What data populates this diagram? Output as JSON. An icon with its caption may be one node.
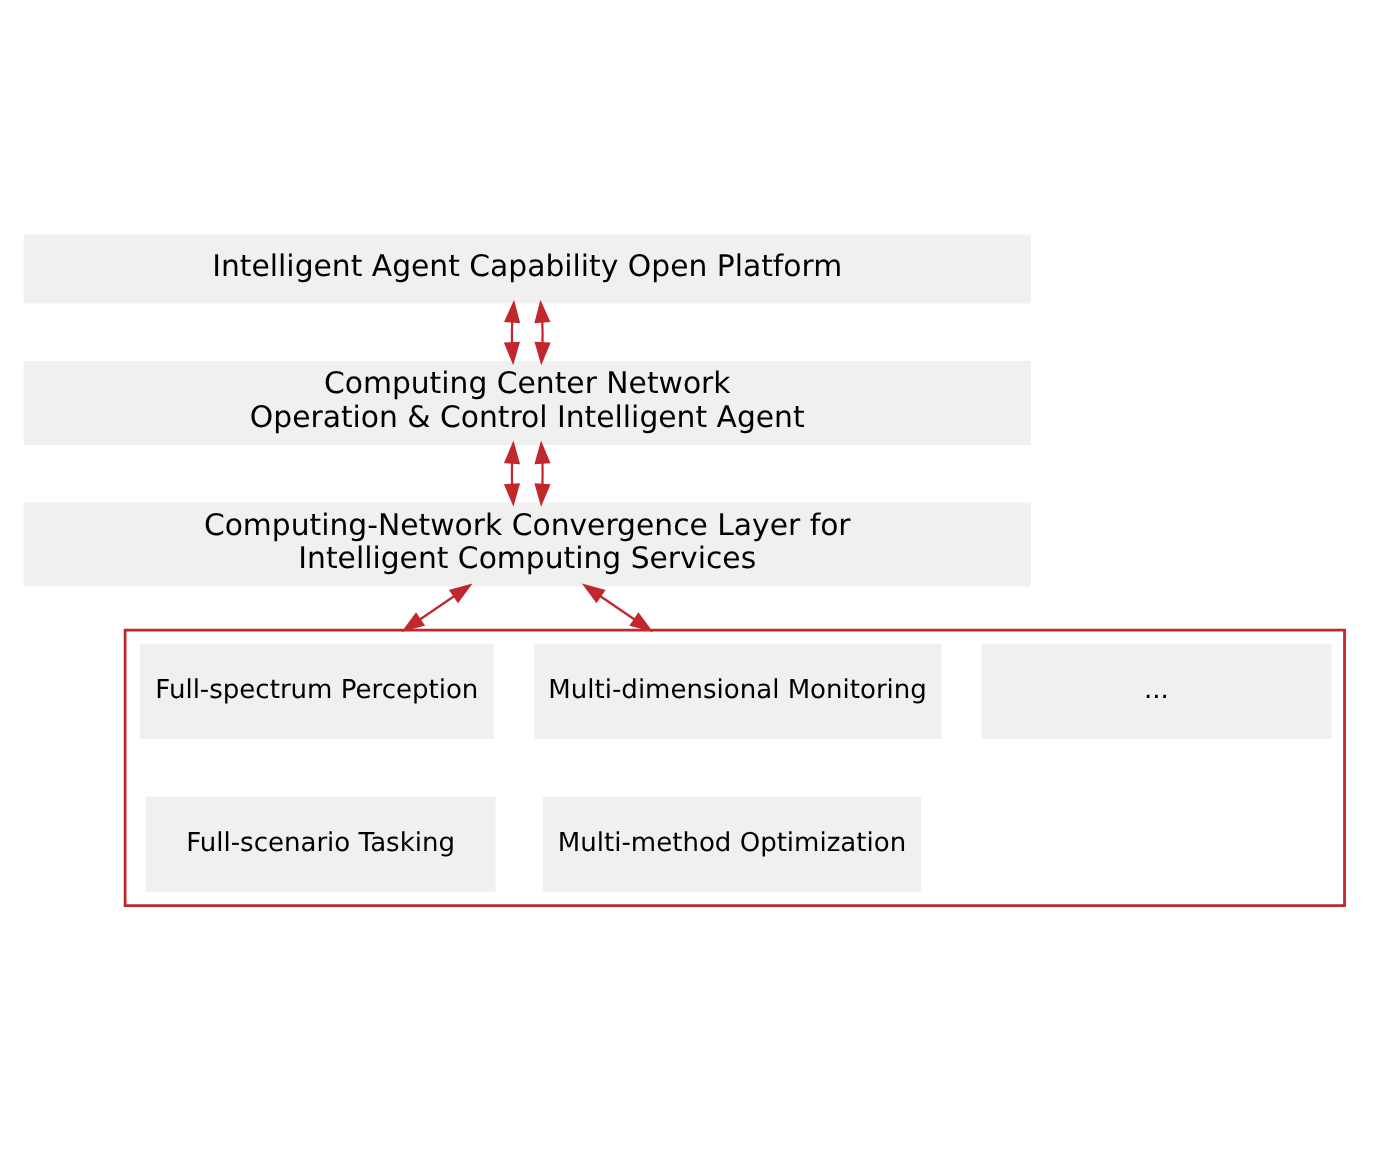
{
  "diagram": {
    "nodes": [
      {
        "text": [
          "Intelligent Agent Capability Open Platform"
        ]
      },
      {
        "text": [
          "Computing Center Network Operation & Control Intelligent Agent"
        ]
      },
      {
        "text": [
          "Computing-Network Convergence Layer for Intelligent Computing Services"
        ]
      },
      {
        "text": [],
        "shape": "box"
      },
      {
        "text": [
          "Full-spectrum Perception"
        ],
        "in": 3
      },
      {
        "text": [
          "Multi-dimensional Monitoring"
        ],
        "in": 3
      },
      {
        "text": [
          "..."
        ],
        "in": 3
      },
      {
        "text": [
          "Full-scenario Tasking"
        ],
        "in": 3
      },
      {
        "text": [
          "Multi-method Optimization"
        ],
        "in": 3
      }
    ],
    "edges": [
      {
        "from": 0,
        "to": 1,
        "arrow": "both"
      },
      {
        "from": 0,
        "to": 1,
        "arrow": "both"
      },
      {
        "from": 1,
        "to": 2,
        "arrow": "both"
      },
      {
        "from": 1,
        "to": 2,
        "arrow": "both"
      },
      {
        "from": 2,
        "to": 3,
        "arrow": "both"
      },
      {
        "from": 2,
        "to": 3,
        "arrow": "both"
      }
    ]
  }
}
